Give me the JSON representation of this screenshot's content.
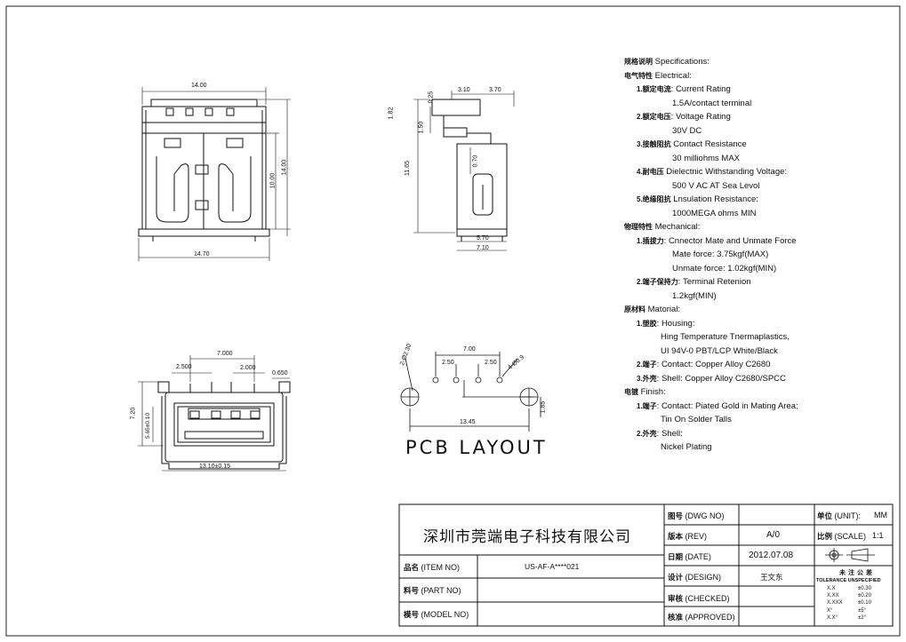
{
  "views": {
    "front": {
      "dim_top": "14.00",
      "dim_bottom": "14.70",
      "dim_height_inner": "10.00",
      "dim_height_outer": "14.00"
    },
    "side": {
      "dim_310": "3.10",
      "dim_370": "3.70",
      "dim_025": "0.25",
      "dim_182": "1.82",
      "dim_f1": "1.50",
      "dim_070": "0.70",
      "dim_1165": "11.65",
      "dim_570": "5.70",
      "dim_710": "7.10"
    },
    "end": {
      "dim_7000": "7.000",
      "dim_2500": "2.500",
      "dim_2000": "2.000",
      "dim_0650": "0.650",
      "dim_720": "7.20",
      "dim_5650": "5.65±0.10",
      "dim_1310": "13.10±0.15"
    },
    "pcb": {
      "title": "PCB LAYOUT",
      "dim_700": "7.00",
      "dim_250a": "2.50",
      "dim_250b": "2.50",
      "dim_1345": "13.45",
      "dim_185": "1.85",
      "dim_hole_big": "2-Ø2.30",
      "dim_hole_small": "4-Ø0.9"
    }
  },
  "specs": [
    {
      "cn": "规格说明",
      "en": " Specifications:",
      "indent": 0
    },
    {
      "cn": "电气特性",
      "en": " Electrical:",
      "indent": 0
    },
    {
      "cn": "1.额定电流",
      "en": ": Current Rating",
      "indent": 1
    },
    {
      "cn": "",
      "en": "1.5A/contact terminal",
      "indent": 3
    },
    {
      "cn": "2.额定电压",
      "en": ": Voltage Rating",
      "indent": 1
    },
    {
      "cn": "",
      "en": "30V DC",
      "indent": 3
    },
    {
      "cn": "3.接触阻抗",
      "en": " Contact Resistance",
      "indent": 1
    },
    {
      "cn": "",
      "en": "30 milliohms MAX",
      "indent": 3
    },
    {
      "cn": "4.耐电压",
      "en": " Dielectnic Withstanding Voltage:",
      "indent": 1
    },
    {
      "cn": "",
      "en": "500 V AC AT Sea Levol",
      "indent": 3
    },
    {
      "cn": "5.绝缘阻抗",
      "en": " Lnsulation Resistance:",
      "indent": 1
    },
    {
      "cn": "",
      "en": "1000MEGA ohms MIN",
      "indent": 3
    },
    {
      "cn": "物理特性",
      "en": " Mechanical:",
      "indent": 0
    },
    {
      "cn": "1.插拔力",
      "en": ": Cnnector Mate and Unmate Force",
      "indent": 1
    },
    {
      "cn": "",
      "en": "Mate force: 3.75kgf(MAX)",
      "indent": 3
    },
    {
      "cn": "",
      "en": "Unmate force: 1.02kgf(MIN)",
      "indent": 3
    },
    {
      "cn": "2.端子保持力",
      "en": ": Terminal Retenion",
      "indent": 1
    },
    {
      "cn": "",
      "en": "1.2kgf(MIN)",
      "indent": 3
    },
    {
      "cn": "原材料",
      "en": " Matorial:",
      "indent": 0
    },
    {
      "cn": "1.塑胶",
      "en": ": Housing:",
      "indent": 1
    },
    {
      "cn": "",
      "en": "Hing Temperature  Tnermaplastics,",
      "indent": 2
    },
    {
      "cn": "",
      "en": "UI 94V-0  PBT/LCP White/Black",
      "indent": 2
    },
    {
      "cn": "2.端子",
      "en": ": Contact: Copper Alloy C2680",
      "indent": 1
    },
    {
      "cn": "3.外壳",
      "en": ": Shell:  Copper Alloy C2680/SPCC",
      "indent": 1
    },
    {
      "cn": "电镀",
      "en": " Finish:",
      "indent": 0
    },
    {
      "cn": "1.端子",
      "en": ": Contact:  Piated Gold in Mating Area;",
      "indent": 1
    },
    {
      "cn": "",
      "en": "Tin On Solder Talls",
      "indent": 2
    },
    {
      "cn": "2.外壳",
      "en": ": Shell:",
      "indent": 1
    },
    {
      "cn": "",
      "en": "Nickel Plating",
      "indent": 2
    }
  ],
  "title_block": {
    "company": "深圳市莞端电子科技有限公司",
    "item_no_cn": "品名",
    "item_no_en": "(ITEM NO)",
    "item_no_val": "US-AF-A****021",
    "part_no_cn": "料号",
    "part_no_en": "(PART NO)",
    "part_no_val": "",
    "model_no_cn": "模号",
    "model_no_en": "(MODEL NO)",
    "model_no_val": "",
    "dwg_cn": "图号",
    "dwg_en": "(DWG NO)",
    "dwg_val": "",
    "rev_cn": "版本",
    "rev_en": "(REV)",
    "rev_val": "A/0",
    "date_cn": "日期",
    "date_en": "(DATE)",
    "date_val": "2012.07.08",
    "design_cn": "设计",
    "design_en": "(DESIGN)",
    "design_val": "王文东",
    "checked_cn": "审核",
    "checked_en": "(CHECKED)",
    "checked_val": "",
    "approved_cn": "核准",
    "approved_en": "(APPROVED)",
    "approved_val": "",
    "unit_cn": "单位",
    "unit_en": "(UNIT):",
    "unit_val": "MM",
    "scale_cn": "比例",
    "scale_en": "(SCALE)",
    "scale_val": "1:1",
    "tol_cn": "未注公差",
    "tol_en": "TOLERANCE UNSPECIFIED",
    "tolerances": [
      {
        "k": "X.X",
        "v": "±0.30"
      },
      {
        "k": "X.XX",
        "v": "±0.20"
      },
      {
        "k": "X.XXX",
        "v": "±0.10"
      },
      {
        "k": "X°",
        "v": "±5°"
      },
      {
        "k": "X.X°",
        "v": "±2°"
      }
    ]
  }
}
